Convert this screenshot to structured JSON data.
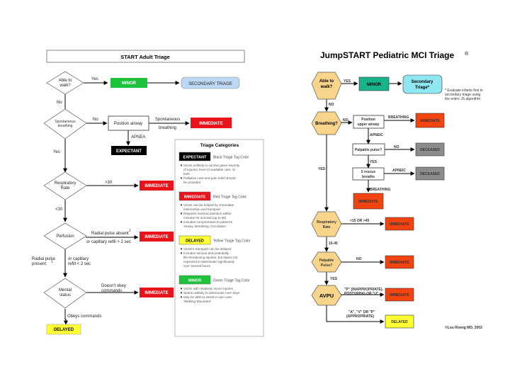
{
  "start": {
    "title": "START Adult Triage",
    "able_to_walk": [
      "Able to",
      "walk?"
    ],
    "yes_walk": "Yes",
    "minor": "MINOR",
    "secondary_triage": "SECONDARY TRIAGE",
    "no_walk": "No",
    "spont_breathing": [
      "Spontaneous",
      "breathing"
    ],
    "no_breath": "No",
    "position_airway": "Position airway",
    "spontaneous_breathing": [
      "Spontaneous",
      "breathing"
    ],
    "immediate": "IMMEDIATE",
    "apnea": "APNEA",
    "expectant": "EXPECTANT",
    "yes_breath": "Yes",
    "resp_rate": [
      "Respiratory",
      "Rate"
    ],
    "gt30": ">30",
    "lt30": "<30",
    "perfusion": "Perfusion",
    "radial_absent": "Radial pulse absent",
    "footnote_mark": "1",
    "cap_refill_gt2": "or capillary refill > 2 sec",
    "radial_present": [
      "Radial pulse",
      "present"
    ],
    "footnote_mark2": "1",
    "cap_refill_lt2": [
      "or capillary",
      "refill < 2 sec"
    ],
    "mental_status": [
      "Mental",
      "status"
    ],
    "doesnt_obey": [
      "Doesn't obey",
      "commands"
    ],
    "obeys": "Obeys commands",
    "delayed": "DELAYED"
  },
  "categories": {
    "title": "Triage Categories",
    "items": [
      {
        "tag": "EXPECTANT",
        "color_label": "Black Triage Tag Color",
        "tag_bg": "#000000",
        "tag_fg": "#ffffff",
        "bullets": [
          [
            "Victim unlikely to survive given severity",
            "of injuries, level of available care, or",
            "both"
          ],
          [
            "Palliative care and pain relief should",
            "be provided"
          ]
        ]
      },
      {
        "tag": "IMMEDIATE",
        "color_label": "Red Triage Tag Color",
        "tag_bg": "#e8141c",
        "tag_fg": "#ffffff",
        "bullets": [
          [
            "Victim can be helped by immediate",
            "intervention and transport"
          ],
          [
            "Requires medical attention within",
            "minutes for survival (up to 60)"
          ],
          [
            "Includes compromises to patient's",
            "Airway, Breathing, Circulation"
          ]
        ]
      },
      {
        "tag": "DELAYED",
        "color_label": "Yellow Triage Tag Color",
        "tag_bg": "#ffff33",
        "tag_fg": "#000000",
        "bullets": [
          [
            "Victim's transport can be delayed"
          ],
          [
            "Includes serious and potentially",
            "life-threatening injuries, but status not",
            "expected to deteriorate significantly",
            "over several hours"
          ]
        ]
      },
      {
        "tag": "MINOR",
        "color_label": "Green Triage Tag Color",
        "tag_bg": "#1ec23a",
        "tag_fg": "#ffffff",
        "bullets": [
          [
            "Victim with relatively minor injuries"
          ],
          [
            "Status unlikely to deteriorate over days"
          ],
          [
            "May be able to assist in own care:",
            "'Walking Wounded'"
          ]
        ]
      }
    ]
  },
  "jump": {
    "title": "JumpSTART Pediatric MCI Triage",
    "reg": "®",
    "able_to_walk": [
      "Able to",
      "walk?"
    ],
    "yes": "YES",
    "minor": "MINOR",
    "secondary": [
      "Secondary",
      "Triage*"
    ],
    "note": [
      "* Evaluate infants first in",
      "secondary triage using",
      "the entire JS algorithm"
    ],
    "no": "NO",
    "breathing": "Breathing?",
    "no2": "NO",
    "position_airway": [
      "Position",
      "upper airway"
    ],
    "breathing_lbl": "BREATHING",
    "immediate": "IMMEDIATE",
    "apneic": "APNEIC",
    "palpable_pulse_q": "Palpable pulse?",
    "no3": "NO",
    "deceased": "DECEASED",
    "yes_left": "YES",
    "yes3": "YES",
    "rescue_breaths": [
      "5 rescue",
      "breaths"
    ],
    "apneic2": "APNEIC",
    "deceased2": "DECEASED",
    "breathing2": "BREATHING",
    "immediate2": "IMMEDIATE",
    "resp_rate": [
      "Respiratory",
      "Rate"
    ],
    "rr_abnormal": "<15 OR >45",
    "immediate3": "IMMEDIATE",
    "rr_normal": "15-45",
    "palpable_pulse": [
      "Palpable",
      "Pulse?"
    ],
    "no4": "NO",
    "immediate4": "IMMEDIATE",
    "yes4": "YES",
    "avpu": "AVPU",
    "avpu_bad": [
      "\"P\" (INAPPROPRIATE),",
      "POSTURING OR \"U\""
    ],
    "immediate5": "IMMEDIATE",
    "avpu_good": [
      "\"A\", \"V\" OR \"P\"",
      "(APPROPRIATE)"
    ],
    "delayed": "DELAYED",
    "copyright": "©Lou Romig MD, 2002"
  },
  "colors": {
    "red": "#e8141c",
    "green": "#1ec23a",
    "yellow": "#ffff33",
    "light_blue": "#bcd8f5",
    "orange_red": "#f24411",
    "teal": "#17b38a",
    "aqua": "#8fe7f2",
    "gray": "#8c8c8c",
    "hexagon": "#f8d58a"
  }
}
